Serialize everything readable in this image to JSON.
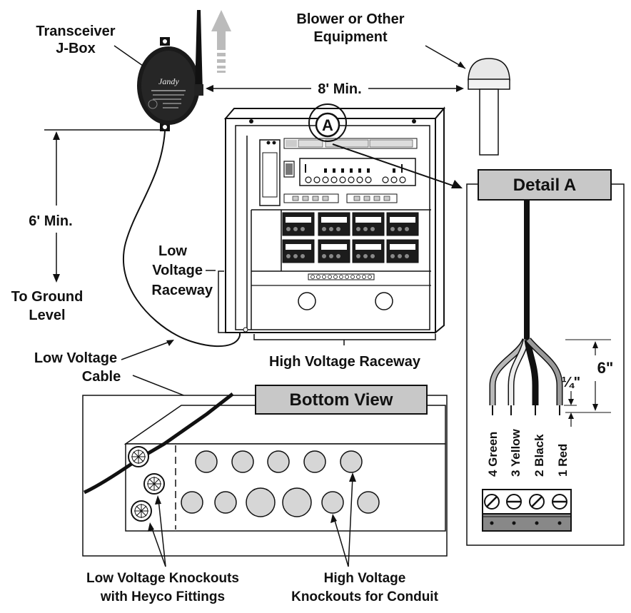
{
  "labels": {
    "transceiver_line1": "Transceiver",
    "transceiver_line2": "J-Box",
    "blower_line1": "Blower or Other",
    "blower_line2": "Equipment",
    "min_8ft": "8' Min.",
    "min_6ft": "6' Min.",
    "ground_line1": "To Ground",
    "ground_line2": "Level",
    "lv_raceway_line1": "Low",
    "lv_raceway_line2": "Voltage",
    "lv_raceway_line3": "Raceway",
    "lv_cable_line1": "Low Voltage",
    "lv_cable_line2": "Cable",
    "hv_raceway": "High Voltage Raceway",
    "callout_a": "A",
    "lv_knockouts_line1": "Low Voltage Knockouts",
    "lv_knockouts_line2": "with Heyco Fittings",
    "hv_knockouts_line1": "High Voltage",
    "hv_knockouts_line2": "Knockouts for Conduit",
    "brand": "Jandy"
  },
  "detail_a": {
    "title": "Detail A",
    "dim_6in": "6\"",
    "dim_quarter": "¼\"",
    "wires": [
      {
        "label": "4 Green",
        "color": "#b8b8b8"
      },
      {
        "label": "3 Yellow",
        "color": "#ececec"
      },
      {
        "label": "2 Black",
        "color": "#111111"
      },
      {
        "label": "1 Red",
        "color": "#9a9a9a"
      }
    ]
  },
  "bottom_view": {
    "title": "Bottom View"
  },
  "colors": {
    "title_box_fill": "#c8c8c8",
    "knockout_fill": "#d6d6d6",
    "ink": "#111111"
  }
}
